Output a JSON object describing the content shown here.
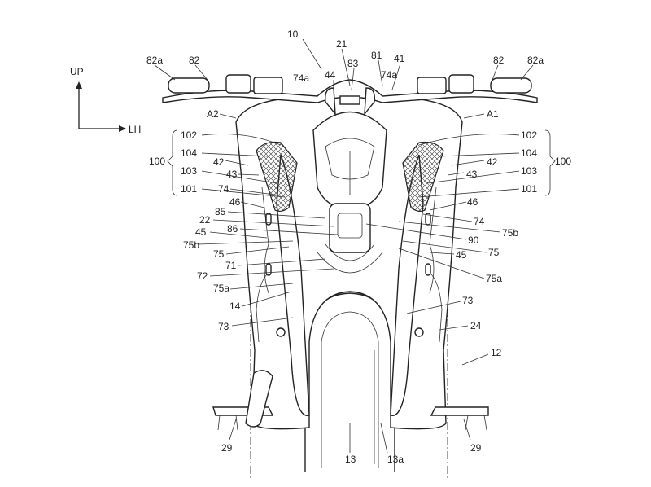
{
  "figure": {
    "axes": {
      "up": "UP",
      "left_hand": "LH"
    },
    "labels": {
      "vehicle": "10",
      "meter": "21",
      "screen": "44",
      "cover": "83",
      "bracket": "81",
      "handle": "41",
      "l74a": "74a",
      "r74a": "74a",
      "l82a": "82a",
      "l82": "82",
      "r82": "82",
      "r82a": "82a",
      "a2": "A2",
      "a1": "A1",
      "l102": "102",
      "l104": "104",
      "l42": "42",
      "l103": "103",
      "l43": "43",
      "l74": "74",
      "l101": "101",
      "l100": "100",
      "l46": "46",
      "l85": "85",
      "l22": "22",
      "l86": "86",
      "l45": "45",
      "l75b": "75b",
      "l75": "75",
      "l71": "71",
      "l72": "72",
      "l75a": "75a",
      "l14": "14",
      "l73": "73",
      "r102": "102",
      "r104": "104",
      "r42": "42",
      "r103": "103",
      "r43": "43",
      "r101": "101",
      "r100": "100",
      "r46": "46",
      "r74": "74",
      "r75b": "75b",
      "r90": "90",
      "r75": "75",
      "r45": "45",
      "r75a": "75a",
      "r73": "73",
      "r24": "24",
      "r12": "12",
      "l29": "29",
      "r29": "29",
      "wheel": "13",
      "wheel_a": "13a"
    }
  }
}
